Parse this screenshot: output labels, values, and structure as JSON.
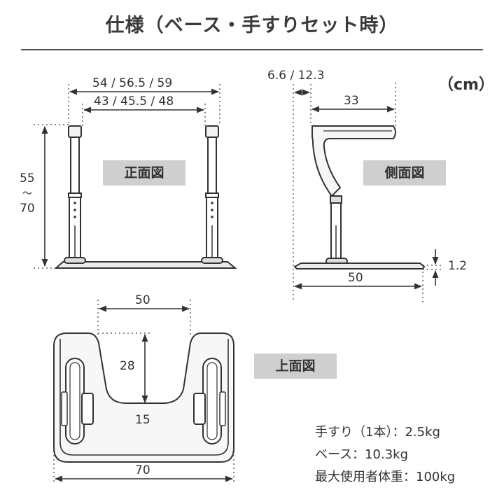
{
  "title": "仕様（ベース・手すりセット時）",
  "unit": "（cm）",
  "views": {
    "front": "正面図",
    "side": "側面図",
    "top": "上面図"
  },
  "front_dims": {
    "outer_width": "54 / 56.5 / 59",
    "inner_width": "43 / 45.5 / 48",
    "height_min": "55",
    "height_sep": "～",
    "height_max": "70"
  },
  "side_dims": {
    "offset": "6.6 / 12.3",
    "arm_length": "33",
    "base_thickness": "1.2",
    "base_length": "50"
  },
  "top_dims": {
    "notch_width": "50",
    "notch_depth": "28",
    "gap_width": "15",
    "total_width": "70"
  },
  "specs": {
    "handrail": "手すり（1本）：2.5kg",
    "base": "ベース：10.3kg",
    "max_weight": "最大使用者体重：100kg"
  }
}
